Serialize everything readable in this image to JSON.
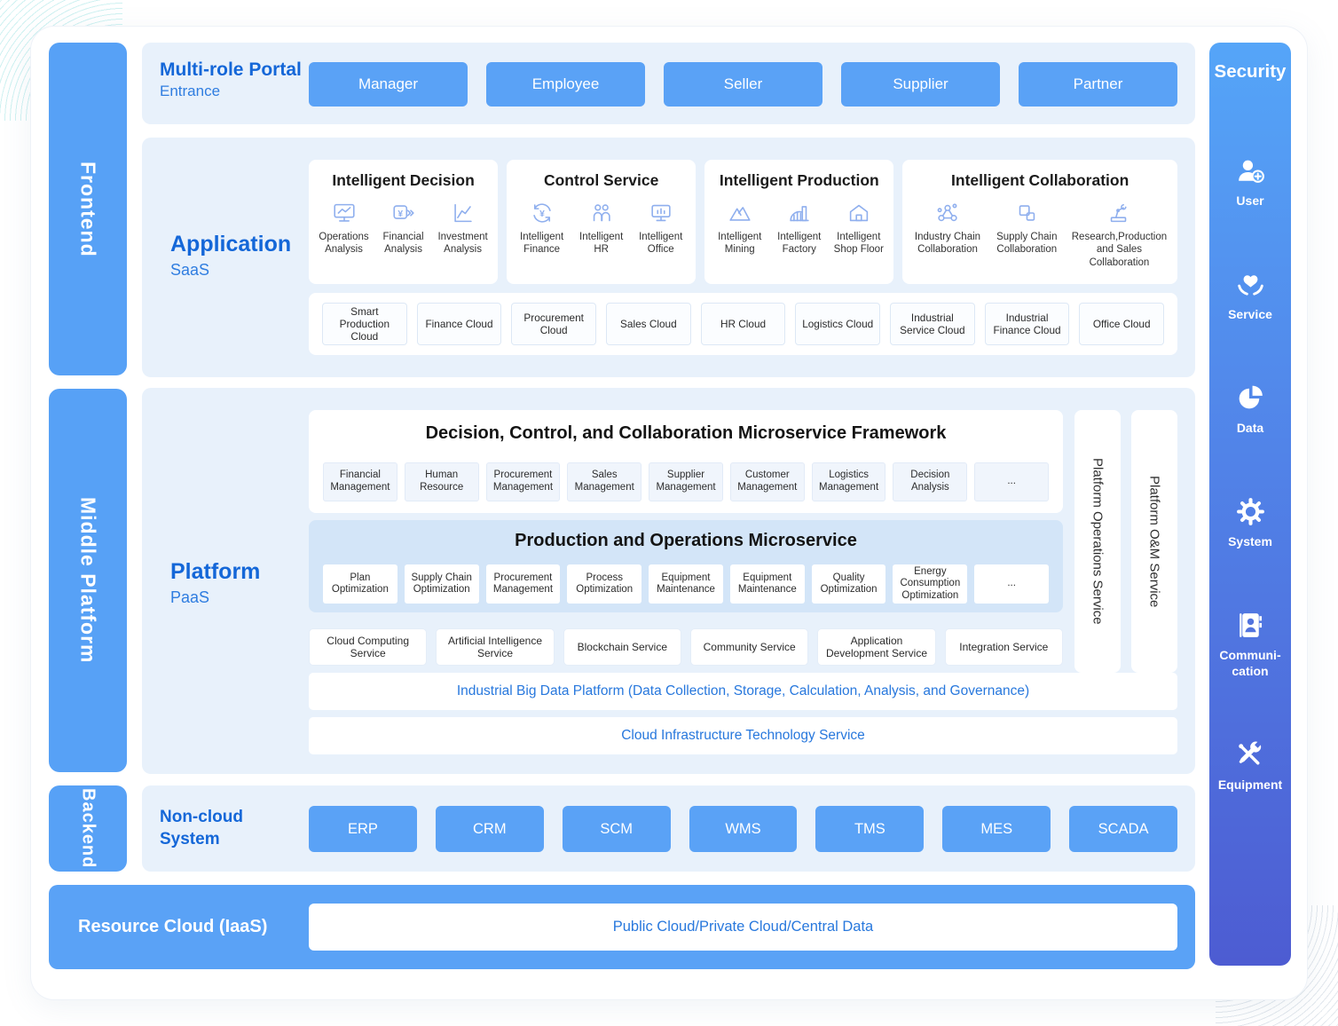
{
  "left_rails": [
    {
      "label": "Frontend"
    },
    {
      "label": "Middle Platform"
    },
    {
      "label": "Backend"
    }
  ],
  "portal": {
    "title": "Multi-role Portal",
    "subtitle": "Entrance",
    "buttons": [
      "Manager",
      "Employee",
      "Seller",
      "Supplier",
      "Partner"
    ]
  },
  "application": {
    "label": "Application",
    "sublabel": "SaaS",
    "cards": [
      {
        "title": "Intelligent Decision",
        "items": [
          {
            "label": "Operations Analysis",
            "icon": "monitor-trend-icon"
          },
          {
            "label": "Financial Analysis",
            "icon": "currency-transfer-icon"
          },
          {
            "label": "Investment Analysis",
            "icon": "line-chart-icon"
          }
        ]
      },
      {
        "title": "Control Service",
        "items": [
          {
            "label": "Intelligent Finance",
            "icon": "currency-cycle-icon"
          },
          {
            "label": "Intelligent HR",
            "icon": "people-icon"
          },
          {
            "label": "Intelligent Office",
            "icon": "monitor-bars-icon"
          }
        ]
      },
      {
        "title": "Intelligent Production",
        "items": [
          {
            "label": "Intelligent Mining",
            "icon": "mountain-icon"
          },
          {
            "label": "Intelligent Factory",
            "icon": "factory-dome-icon"
          },
          {
            "label": "Intelligent Shop Floor",
            "icon": "house-icon"
          }
        ]
      },
      {
        "title": "Intelligent Collaboration",
        "items": [
          {
            "label": "Industry Chain Collaboration",
            "icon": "network-nodes-icon"
          },
          {
            "label": "Supply Chain Collaboration",
            "icon": "linked-squares-icon"
          },
          {
            "label": "Research,Production and Sales Collaboration",
            "icon": "robot-arm-icon"
          }
        ]
      }
    ],
    "clouds": [
      "Smart Production Cloud",
      "Finance Cloud",
      "Procurement Cloud",
      "Sales Cloud",
      "HR Cloud",
      "Logistics Cloud",
      "Industrial Service Cloud",
      "Industrial Finance Cloud",
      "Office Cloud"
    ]
  },
  "platform": {
    "label": "Platform",
    "sublabel": "PaaS",
    "framework": {
      "title": "Decision, Control, and Collaboration Microservice Framework",
      "items": [
        "Financial Management",
        "Human Resource",
        "Procurement Management",
        "Sales Management",
        "Supplier Management",
        "Customer Management",
        "Logistics Management",
        "Decision Analysis",
        "..."
      ]
    },
    "production": {
      "title": "Production and Operations Microservice",
      "items": [
        "Plan Optimization",
        "Supply Chain Optimization",
        "Procurement Management",
        "Process Optimization",
        "Equipment Maintenance",
        "Equipment Maintenance",
        "Quality Optimization",
        "Energy Consumption Optimization",
        "..."
      ]
    },
    "services": [
      "Cloud Computing Service",
      "Artificial Intelligence Service",
      "Blockchain Service",
      "Community Service",
      "Application Development Service",
      "Integration Service"
    ],
    "bigdata": "Industrial Big Data Platform (Data Collection, Storage, Calculation, Analysis, and Governance)",
    "infra": "Cloud Infrastructure Technology Service",
    "vertical_bars": [
      "Platform Operations Service",
      "Platform O&M Service"
    ]
  },
  "backend": {
    "label_line1": "Non-cloud",
    "label_line2": "System",
    "buttons": [
      "ERP",
      "CRM",
      "SCM",
      "WMS",
      "TMS",
      "MES",
      "SCADA"
    ]
  },
  "resource": {
    "label": "Resource Cloud (IaaS)",
    "content": "Public Cloud/Private Cloud/Central Data"
  },
  "security": {
    "title": "Security",
    "items": [
      {
        "label": "User",
        "icon": "user-plus-icon"
      },
      {
        "label": "Service",
        "icon": "hands-heart-icon"
      },
      {
        "label": "Data",
        "icon": "pie-chart-icon"
      },
      {
        "label": "System",
        "icon": "gear-icon"
      },
      {
        "label": "Communi-cation",
        "icon": "contact-book-icon"
      },
      {
        "label": "Equipment",
        "icon": "tools-icon"
      }
    ]
  },
  "colors": {
    "accent_blue": "#57a1f6",
    "panel_blue": "#e8f1fb",
    "heading_blue": "#1467d8",
    "light_card_blue": "#d3e5f8",
    "link_blue": "#2878dd",
    "security_gradient_top": "#55a5f8",
    "security_gradient_bottom": "#4d5cd2"
  }
}
